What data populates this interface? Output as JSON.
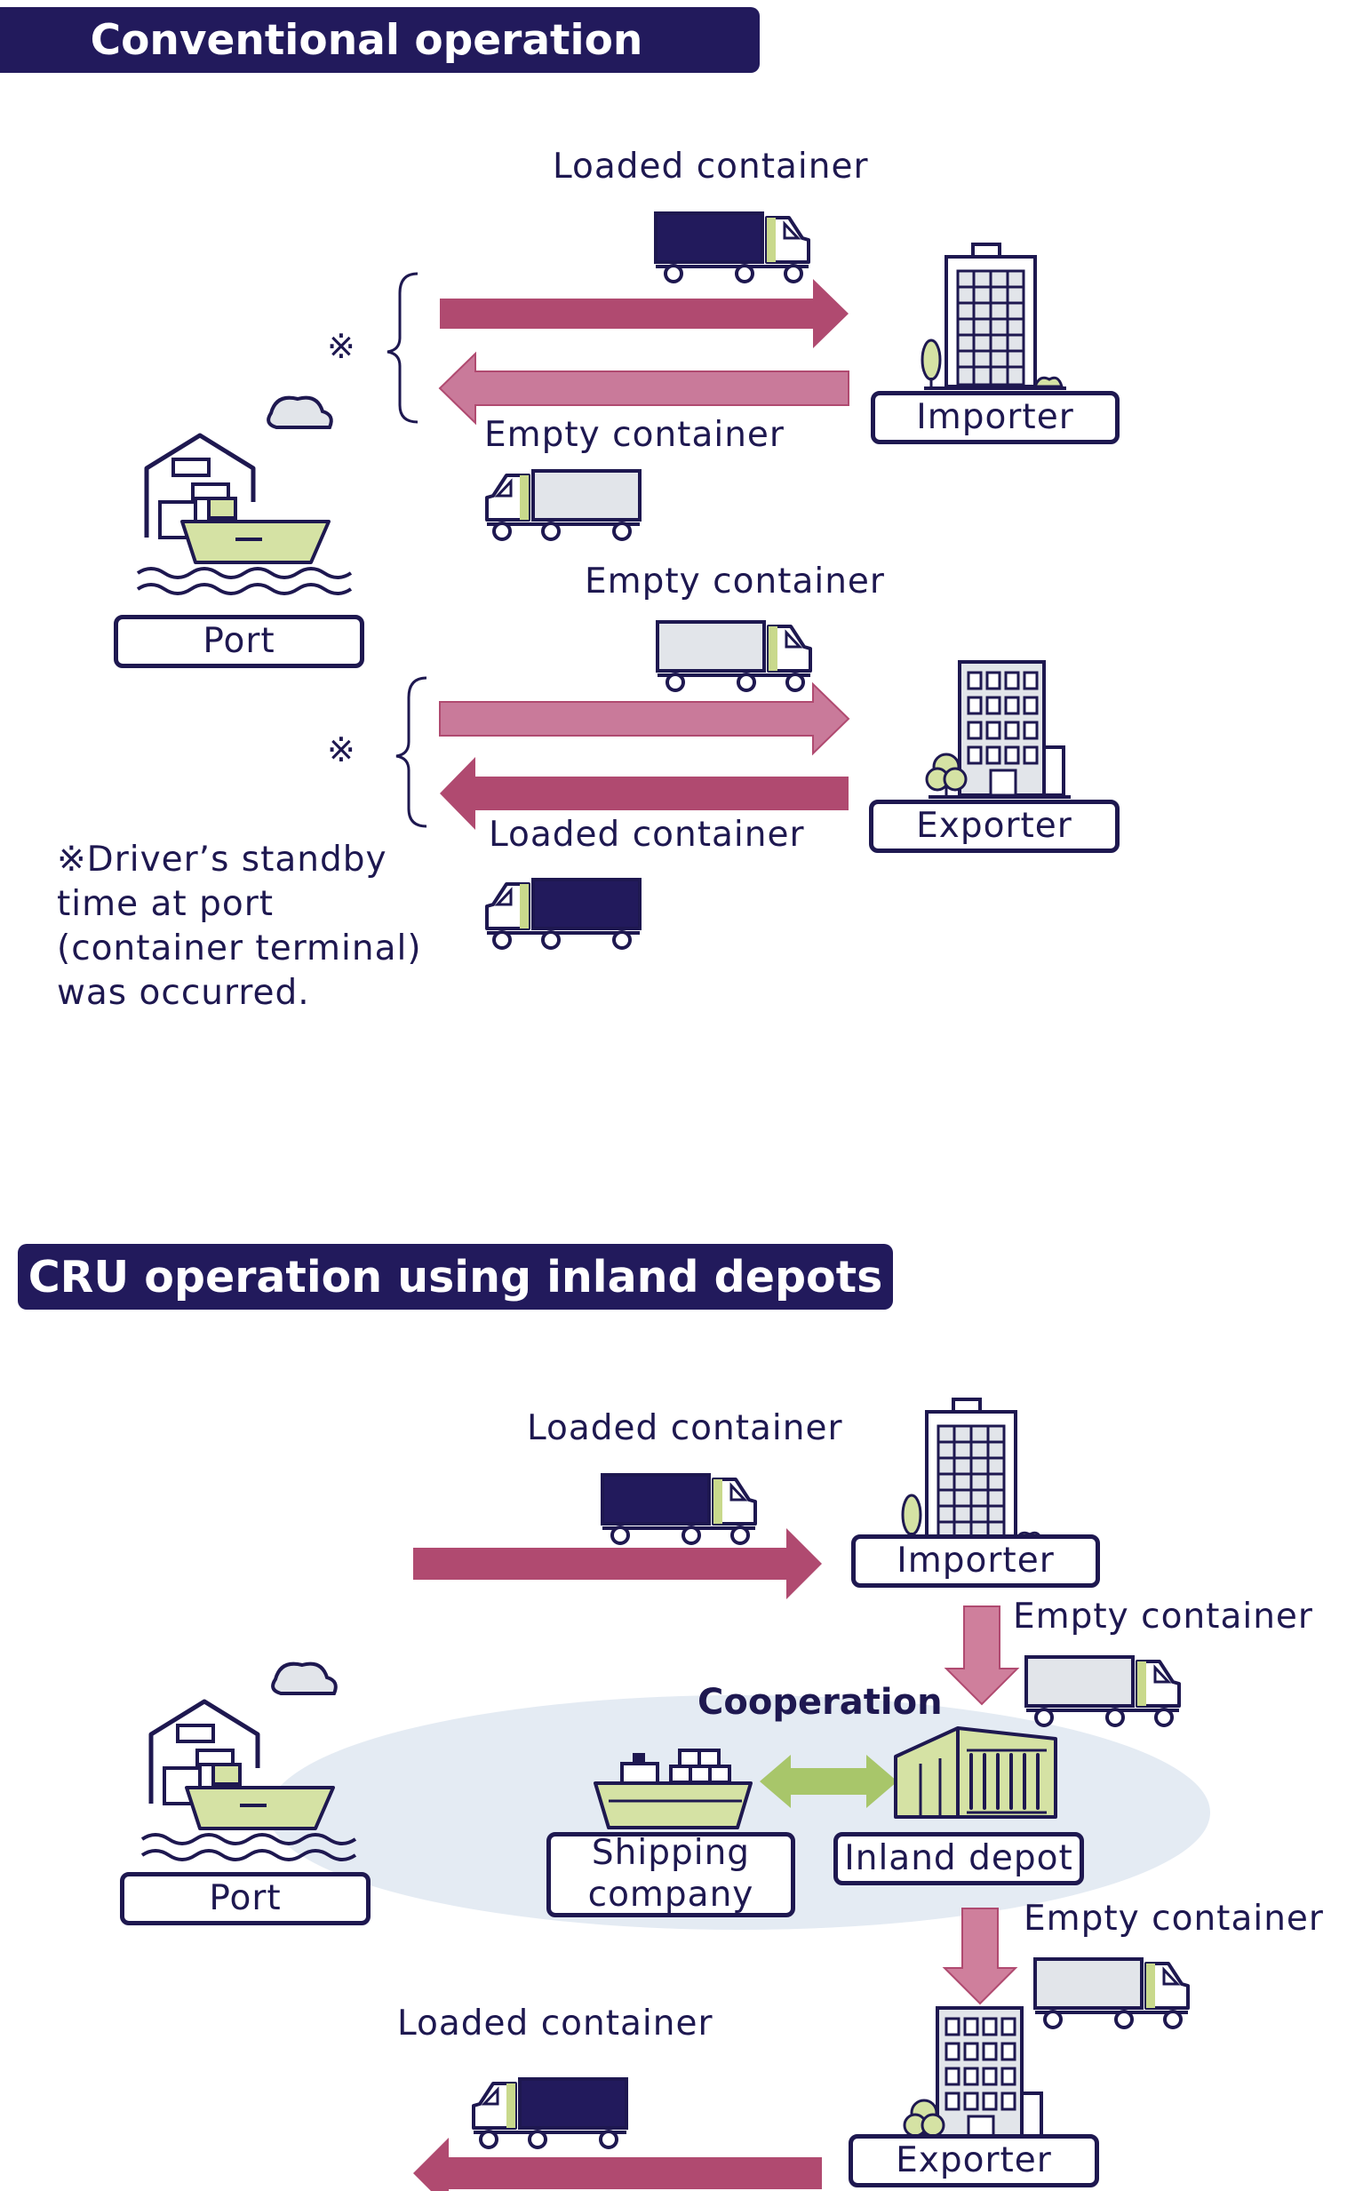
{
  "sections": {
    "conventional": {
      "title": "Conventional operation"
    },
    "cru": {
      "title": "CRU operation using inland depots"
    }
  },
  "conventional": {
    "labels": {
      "loaded_top": "Loaded container",
      "empty_top": "Empty container",
      "empty_bottom": "Empty container",
      "loaded_bottom": "Loaded container"
    },
    "nodes": {
      "importer": "Importer",
      "exporter": "Exporter",
      "port": "Port"
    },
    "marks": {
      "mark1": "※",
      "mark2": "※"
    },
    "note": [
      "※Driver’s standby",
      "time at port",
      "(container terminal)",
      "was occurred."
    ]
  },
  "cru": {
    "labels": {
      "loaded_in": "Loaded container",
      "empty_to_depot": "Empty container",
      "empty_to_exporter": "Empty container",
      "loaded_out": "Loaded container"
    },
    "cooperation": "Cooperation",
    "nodes": {
      "importer": "Importer",
      "exporter": "Exporter",
      "port": "Port",
      "shipping_line1": "Shipping",
      "shipping_line2": "company",
      "inland_depot": "Inland depot"
    }
  },
  "colors": {
    "navy": "#221a5c",
    "arrow_dark": "#b04a70",
    "arrow_light": "#c97a9a",
    "arrow_down": "#cf7f9c",
    "green_light": "#d5e2a4",
    "green_arrow": "#a8c66a",
    "cloud_ellipse": "#e4ebf3"
  }
}
